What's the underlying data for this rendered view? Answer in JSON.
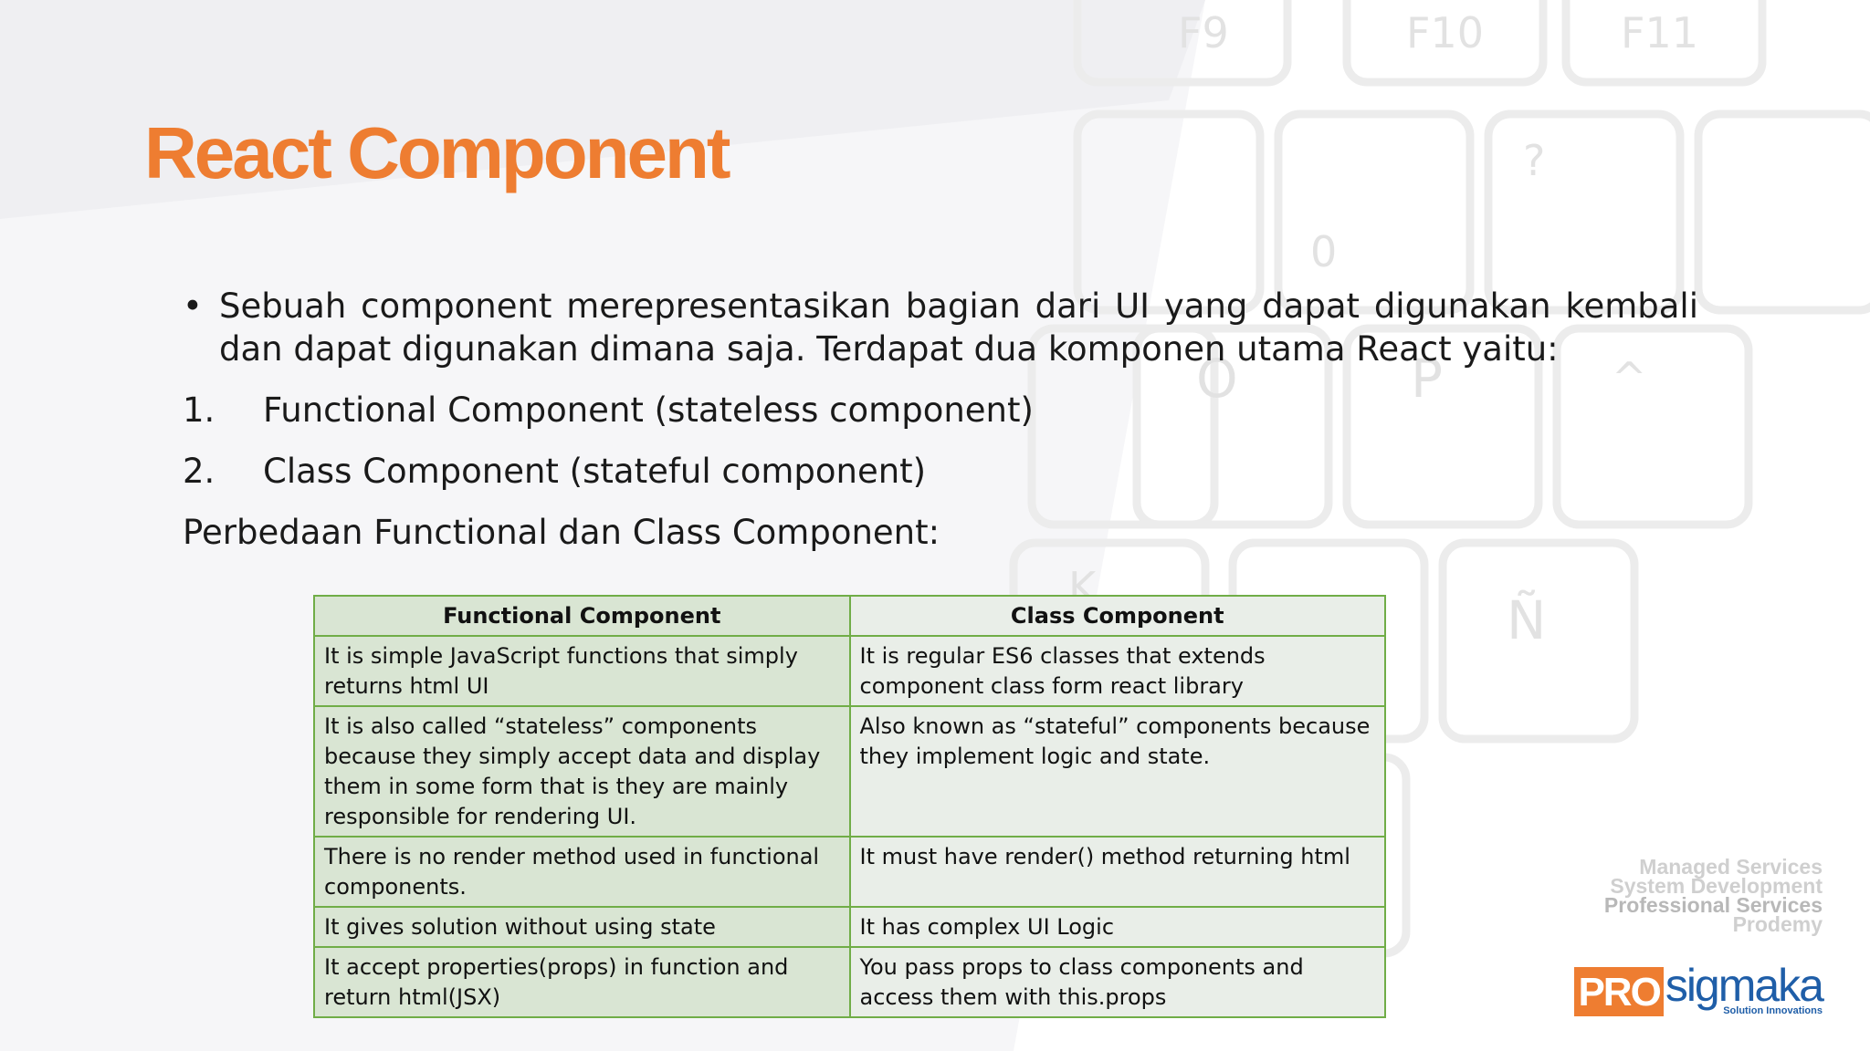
{
  "slide": {
    "title": "React Component"
  },
  "content": {
    "bullet": "Sebuah component merepresentasikan bagian dari UI yang dapat digunakan kembali dan dapat digunakan dimana saja. Terdapat dua komponen utama React yaitu:",
    "numbered": [
      {
        "num": "1.",
        "text": "Functional Component (stateless component)"
      },
      {
        "num": "2.",
        "text": "Class Component (stateful component)"
      }
    ],
    "difference_heading": "Perbedaan Functional dan Class Component:"
  },
  "table": {
    "headers": [
      "Functional Component",
      "Class Component"
    ],
    "rows": [
      [
        "It is simple JavaScript functions that simply returns html UI",
        "It is regular ES6 classes that extends component class form react library"
      ],
      [
        "It is also called “stateless” components because they simply accept data and display them in some form that is they are mainly responsible for rendering UI.",
        "Also known as “stateful” components because they implement logic and state."
      ],
      [
        "There is no render method used in functional components.",
        "It must have render() method returning html"
      ],
      [
        "It gives solution without using state",
        "It has complex UI Logic"
      ],
      [
        "It accept properties(props) in function and return html(JSX)",
        "You pass props to class components and access them with this.props"
      ]
    ]
  },
  "branding": {
    "services": [
      "Managed Services",
      "System Development",
      "Professional Services",
      "Prodemy"
    ],
    "logo_pro": "PRO",
    "logo_name": "sigmaka",
    "logo_tagline": "Solution Innovations"
  },
  "background": {
    "key_labels": [
      "F9",
      "F10",
      "F11",
      "0",
      "?",
      "O",
      "P",
      "^",
      "K",
      "Ñ"
    ]
  },
  "colors": {
    "title": "#ee7d31",
    "table_border": "#70ad47",
    "functional_fill": "#d9e5d3",
    "class_fill": "#e9eee8",
    "logo_blue": "#1f5ea8",
    "logo_orange": "#ee7d31"
  }
}
